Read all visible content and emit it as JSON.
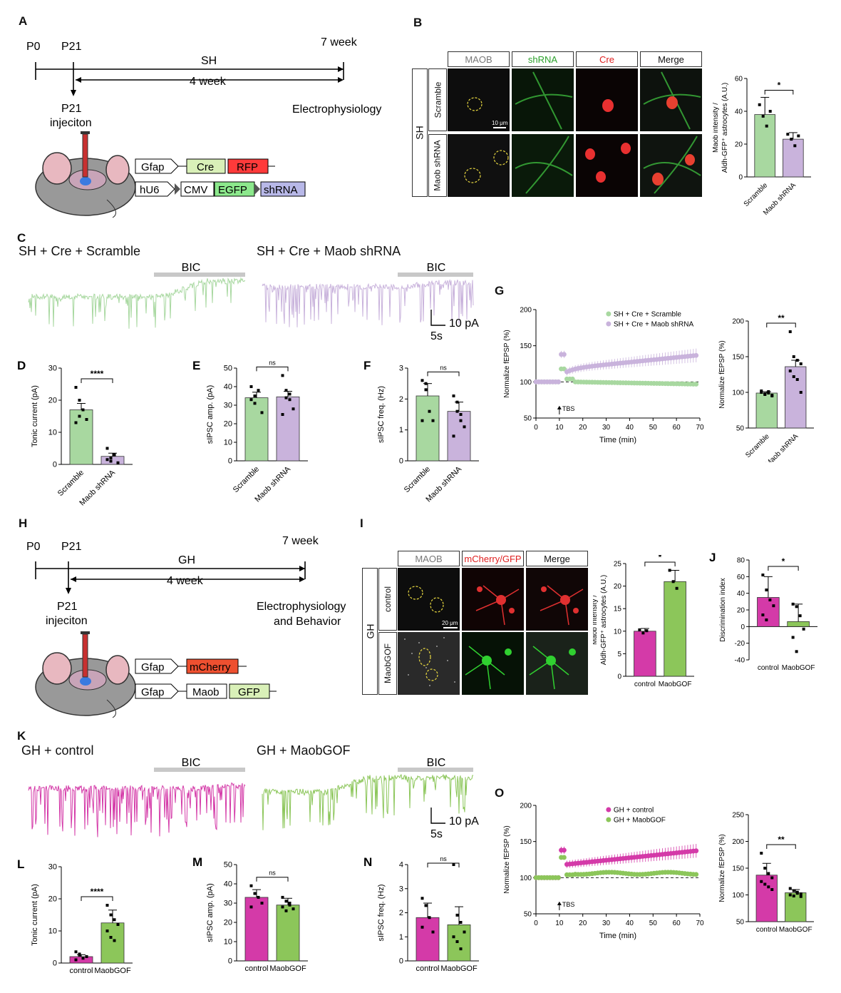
{
  "panels": {
    "A": {
      "label": "A",
      "p0": "P0",
      "p21": "P21",
      "end": "7 week",
      "treat": "SH",
      "dur": "4 week",
      "inj": "P21\ninjeciton",
      "assay": "Electrophysiology",
      "c1": [
        "Gfap",
        "Cre",
        "RFP"
      ],
      "c2": [
        "hU6",
        "CMV",
        "EGFP",
        "shRNA"
      ]
    },
    "B": {
      "label": "B",
      "cols": [
        "MAOB",
        "shRNA",
        "Cre",
        "Merge"
      ],
      "rows": [
        "Scramble",
        "Maob shRNA"
      ],
      "group": "SH",
      "scale": "10 μm"
    },
    "C": {
      "label": "C",
      "left": "SH + Cre + Scramble",
      "right": "SH + Cre + Maob shRNA",
      "drug": "BIC",
      "sy": "10 pA",
      "sx": "5s"
    },
    "G": {
      "label": "G"
    },
    "H": {
      "label": "H",
      "p0": "P0",
      "p21": "P21",
      "end": "7 week",
      "treat": "GH",
      "dur": "4 week",
      "inj": "P21\ninjeciton",
      "assay": "Electrophysiology\nand Behavior",
      "c1": [
        "Gfap",
        "mCherry"
      ],
      "c2": [
        "Gfap",
        "Maob",
        "GFP"
      ]
    },
    "I": {
      "label": "I",
      "cols": [
        "MAOB",
        "mCherry/GFP",
        "Merge"
      ],
      "rows": [
        "control",
        "MaobGOF"
      ],
      "group": "GH",
      "scale": "20 μm"
    },
    "K": {
      "label": "K",
      "left": "GH + control",
      "right": "GH + MaobGOF",
      "drug": "BIC",
      "sy": "10 pA",
      "sx": "5s"
    },
    "O": {
      "label": "O"
    }
  },
  "colors": {
    "green": "#a8d8a0",
    "purple": "#c9b3dc",
    "magenta": "#d43aa8",
    "lime": "#8cc65a",
    "red": "#ff3a3a"
  },
  "chart_data": [
    {
      "id": "B",
      "type": "bar",
      "label": "",
      "ylabel": "Maob intensity /\nAldh-GFP⁺ astrocytes (A.U.)",
      "categories": [
        "Scramble",
        "Maob shRNA"
      ],
      "values": [
        38,
        23
      ],
      "err": [
        10.5,
        4
      ],
      "ylim": [
        0,
        60
      ],
      "ticks": [
        0,
        20,
        40,
        60
      ],
      "sig": "*",
      "colors": [
        "#a8d8a0",
        "#c9b3dc"
      ],
      "pts": [
        [
          44,
          37,
          31,
          40
        ],
        [
          26,
          23,
          19,
          25
        ]
      ]
    },
    {
      "id": "D",
      "type": "bar",
      "label": "D",
      "ylabel": "Tonic current (pA)",
      "categories": [
        "Scramble",
        "Maob shRNA"
      ],
      "values": [
        17,
        2.5
      ],
      "err": [
        2,
        1
      ],
      "ylim": [
        0,
        30
      ],
      "ticks": [
        0,
        10,
        20,
        30
      ],
      "sig": "****",
      "colors": [
        "#a8d8a0",
        "#c9b3dc"
      ],
      "pts": [
        [
          24,
          20,
          17,
          14,
          13,
          15
        ],
        [
          5,
          1,
          3,
          0.5,
          1.5,
          2
        ]
      ]
    },
    {
      "id": "E",
      "type": "bar",
      "label": "E",
      "ylabel": "sIPSC amp. (pA)",
      "categories": [
        "Scramble",
        "Maob shRNA"
      ],
      "values": [
        34,
        34.5
      ],
      "err": [
        3,
        3
      ],
      "ylim": [
        0,
        50
      ],
      "ticks": [
        0,
        10,
        20,
        30,
        40,
        50
      ],
      "sig": "ns",
      "colors": [
        "#a8d8a0",
        "#c9b3dc"
      ],
      "pts": [
        [
          40,
          35,
          38,
          26,
          33,
          31
        ],
        [
          46,
          38,
          36,
          28,
          25,
          34,
          33
        ]
      ]
    },
    {
      "id": "F",
      "type": "bar",
      "label": "F",
      "ylabel": "sIPSC freq. (Hz)",
      "categories": [
        "Scramble",
        "Maob shRNA"
      ],
      "values": [
        2.1,
        1.6
      ],
      "err": [
        0.4,
        0.3
      ],
      "ylim": [
        0,
        3
      ],
      "ticks": [
        0,
        1,
        2,
        3
      ],
      "sig": "ns",
      "colors": [
        "#a8d8a0",
        "#c9b3dc"
      ],
      "pts": [
        [
          2.6,
          2.5,
          1.6,
          1.3,
          1.3,
          2.3
        ],
        [
          2.1,
          1.9,
          1.5,
          1.1,
          0.8,
          1.6,
          1.3
        ]
      ]
    },
    {
      "id": "G1",
      "type": "line",
      "ylabel": "Normalize fEPSP (%)",
      "xlabel": "Time (min)",
      "xlim": [
        0,
        70
      ],
      "ylim": [
        50,
        200
      ],
      "xticks": [
        0,
        10,
        20,
        30,
        40,
        50,
        60,
        70
      ],
      "yticks": [
        50,
        100,
        150,
        200
      ],
      "ann": "TBS",
      "series": [
        {
          "name": "SH + Cre + Scramble",
          "color": "#a8d8a0",
          "kind": "flat"
        },
        {
          "name": "SH + Cre + Maob shRNA",
          "color": "#c9b3dc",
          "kind": "rise"
        }
      ]
    },
    {
      "id": "G2",
      "type": "bar",
      "ylabel": "Normalize fEPSP (%)",
      "categories": [
        "Scramble",
        "Maob shRNA"
      ],
      "values": [
        99,
        136
      ],
      "err": [
        2,
        9
      ],
      "ylim": [
        50,
        200
      ],
      "ticks": [
        50,
        100,
        150,
        200
      ],
      "sig": "**",
      "colors": [
        "#a8d8a0",
        "#c9b3dc"
      ],
      "pts": [
        [
          102,
          97,
          99,
          95,
          100,
          98,
          101,
          96
        ],
        [
          185,
          150,
          145,
          140,
          130,
          122,
          118,
          100
        ]
      ]
    },
    {
      "id": "I",
      "type": "bar",
      "ylabel": "Maob intensity /\nAldh-GFP⁺ astrocytes (A.U.)",
      "categories": [
        "control",
        "MaobGOF"
      ],
      "values": [
        10,
        21
      ],
      "err": [
        0.6,
        2.5
      ],
      "ylim": [
        0,
        25
      ],
      "ticks": [
        0,
        5,
        10,
        15,
        20,
        25
      ],
      "sig": "*",
      "colors": [
        "#d43aa8",
        "#8cc65a"
      ],
      "pts": [
        [
          10.3,
          9.6,
          10.1
        ],
        [
          23.5,
          21,
          19.5
        ]
      ]
    },
    {
      "id": "J",
      "type": "bar",
      "label": "J",
      "ylabel": "Discrimination index",
      "categories": [
        "control",
        "MaobGOF"
      ],
      "values": [
        35,
        6
      ],
      "err": [
        25,
        21
      ],
      "ylim": [
        -40,
        80
      ],
      "ticks": [
        -40,
        -20,
        0,
        20,
        40,
        60,
        80
      ],
      "sig": "*",
      "colors": [
        "#d43aa8",
        "#8cc65a"
      ],
      "pts": [
        [
          62,
          44,
          32,
          25,
          14,
          8
        ],
        [
          27,
          24,
          13,
          -3,
          -13,
          -30
        ]
      ]
    },
    {
      "id": "L",
      "type": "bar",
      "label": "L",
      "ylabel": "Tonic current (pA)",
      "categories": [
        "control",
        "MaobGOF"
      ],
      "values": [
        2,
        12.5
      ],
      "err": [
        0.6,
        4
      ],
      "ylim": [
        0,
        30
      ],
      "ticks": [
        0,
        10,
        20,
        30
      ],
      "sig": "****",
      "colors": [
        "#d43aa8",
        "#8cc65a"
      ],
      "pts": [
        [
          3.5,
          2.5,
          1.5,
          2,
          1,
          2.8
        ],
        [
          18,
          15,
          13.5,
          12,
          10,
          8,
          7
        ]
      ]
    },
    {
      "id": "M",
      "type": "bar",
      "label": "M",
      "ylabel": "sIPSC amp. (pA)",
      "categories": [
        "control",
        "MaobGOF"
      ],
      "values": [
        33,
        29
      ],
      "err": [
        4,
        3.5
      ],
      "ylim": [
        0,
        50
      ],
      "ticks": [
        0,
        10,
        20,
        30,
        40,
        50
      ],
      "sig": "ns",
      "colors": [
        "#d43aa8",
        "#8cc65a"
      ],
      "pts": [
        [
          39,
          35,
          33,
          30,
          28
        ],
        [
          33,
          31,
          29,
          27,
          28,
          26,
          30
        ]
      ]
    },
    {
      "id": "N",
      "type": "bar",
      "label": "N",
      "ylabel": "sIPSC freq. (Hz)",
      "categories": [
        "control",
        "MaobGOF"
      ],
      "values": [
        1.8,
        1.5
      ],
      "err": [
        0.6,
        0.75
      ],
      "ylim": [
        0,
        4
      ],
      "ticks": [
        0,
        1,
        2,
        3,
        4
      ],
      "sig": "ns",
      "colors": [
        "#d43aa8",
        "#8cc65a"
      ],
      "pts": [
        [
          2.6,
          2.3,
          1.8,
          1.2,
          1.4
        ],
        [
          4.0,
          1.9,
          1.6,
          1.2,
          1.0,
          0.8,
          0.5
        ]
      ]
    },
    {
      "id": "O1",
      "type": "line",
      "ylabel": "Normalize fEPSP (%)",
      "xlabel": "Time (min)",
      "xlim": [
        0,
        70
      ],
      "ylim": [
        50,
        200
      ],
      "xticks": [
        0,
        10,
        20,
        30,
        40,
        50,
        60,
        70
      ],
      "yticks": [
        50,
        100,
        150,
        200
      ],
      "ann": "TBS",
      "series": [
        {
          "name": "GH + control",
          "color": "#d43aa8",
          "kind": "rise"
        },
        {
          "name": "GH + MaobGOF",
          "color": "#8cc65a",
          "kind": "flat2"
        }
      ]
    },
    {
      "id": "O2",
      "type": "bar",
      "ylabel": "Normalize fEPSP (%)",
      "categories": [
        "control",
        "MaobGOF"
      ],
      "values": [
        137,
        104
      ],
      "err": [
        22,
        6
      ],
      "ylim": [
        50,
        250
      ],
      "ticks": [
        50,
        100,
        150,
        200,
        250
      ],
      "sig": "**",
      "colors": [
        "#d43aa8",
        "#8cc65a"
      ],
      "pts": [
        [
          178,
          150,
          140,
          132,
          125,
          120,
          115,
          110
        ],
        [
          112,
          108,
          105,
          102,
          100,
          98,
          103,
          97
        ]
      ]
    }
  ]
}
